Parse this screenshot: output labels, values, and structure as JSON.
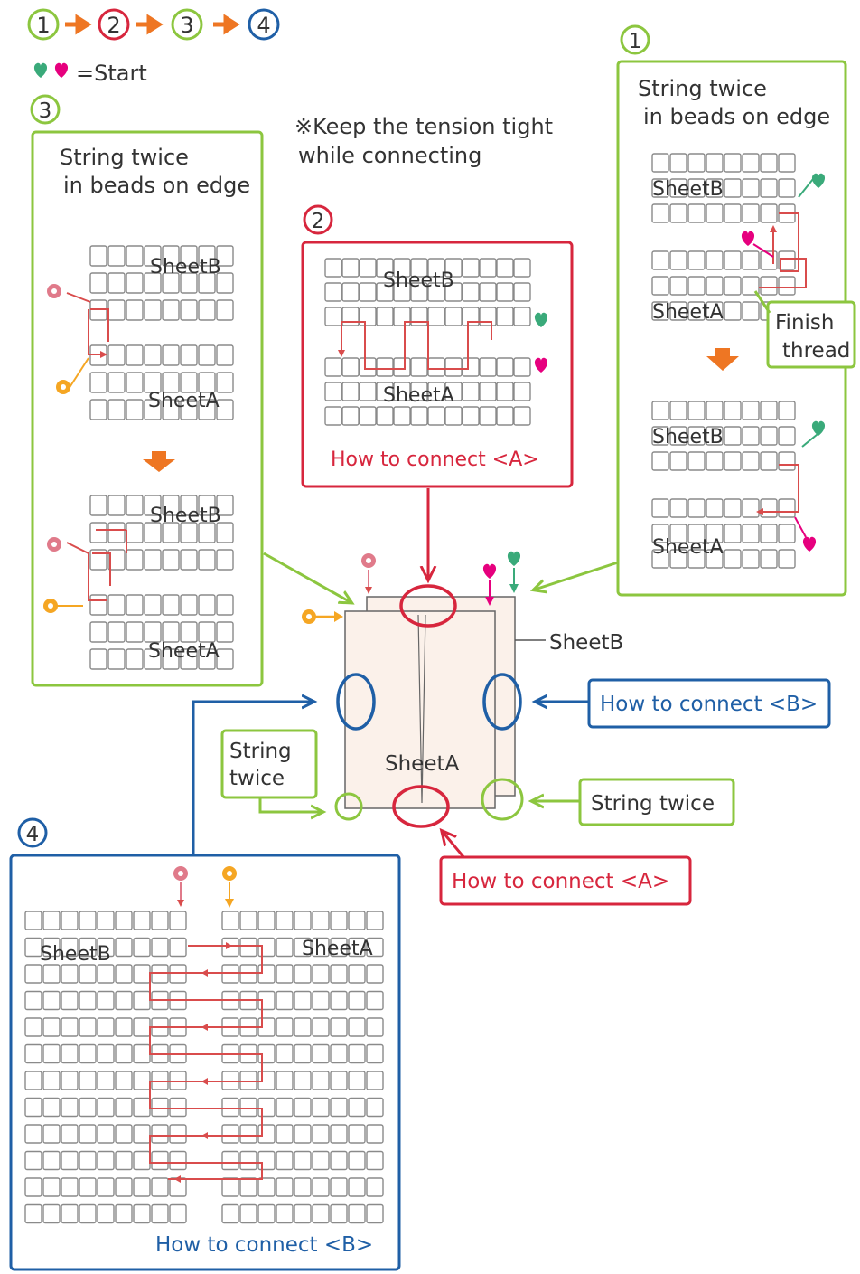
{
  "sequence": [
    "1",
    "2",
    "3",
    "4"
  ],
  "start_legend": "=Start",
  "note_line1": "※Keep the tension tight",
  "note_line2": "while connecting",
  "panel1": {
    "number": "1",
    "title_line1": "String twice",
    "title_line2": "in beads on edge",
    "sheet_b": "SheetB",
    "sheet_a": "SheetA",
    "finish_line1": "Finish",
    "finish_line2": "thread"
  },
  "panel2": {
    "number": "2",
    "sheet_b": "SheetB",
    "sheet_a": "SheetA",
    "caption": "How to connect <A>"
  },
  "panel3": {
    "number": "3",
    "title_line1": "String twice",
    "title_line2": "in beads on edge",
    "sheet_b": "SheetB",
    "sheet_a": "SheetA"
  },
  "panel4": {
    "number": "4",
    "sheet_b": "SheetB",
    "sheet_a": "SheetA",
    "caption": "How to connect <B>"
  },
  "center": {
    "sheet_b": "SheetB",
    "sheet_a": "SheetA",
    "connect_b": "How to connect <B>",
    "connect_a": "How to connect <A>",
    "string_twice_left_1": "String",
    "string_twice_left_2": "twice",
    "string_twice_right": "String twice"
  },
  "colors": {
    "green": "#8cc63f",
    "red": "#d7263d",
    "blue": "#1f5fa6",
    "orange": "#ee7623",
    "thread": "#d94c4c",
    "heart_green": "#3aaa7a",
    "heart_pink": "#e6007e",
    "flower_pink": "#e07a8a",
    "flower_yellow": "#f5a623",
    "sheet_fill": "#fbf1ea"
  }
}
